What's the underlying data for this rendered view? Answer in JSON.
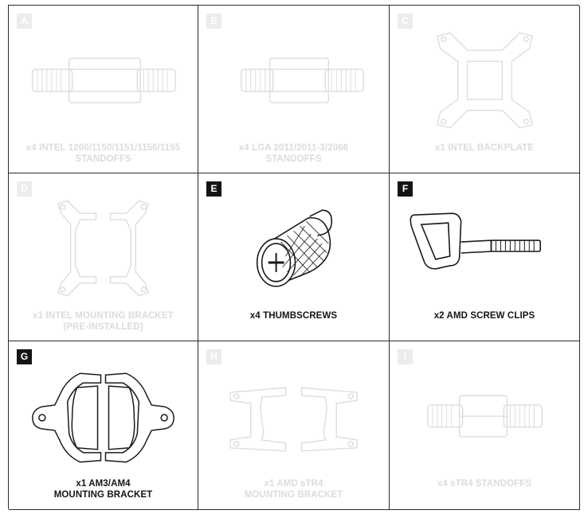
{
  "cells": [
    {
      "letter": "A",
      "caption": "x4 INTEL 1200/1150/1151/1156/1155\nSTANDOFFS",
      "icon": "intel-standoff-icon",
      "active": false
    },
    {
      "letter": "B",
      "caption": "x4 LGA 2011/2011-3/2066\nSTANDOFFS",
      "icon": "lga-standoff-icon",
      "active": false
    },
    {
      "letter": "C",
      "caption": "x1 INTEL BACKPLATE",
      "icon": "intel-backplate-icon",
      "active": false
    },
    {
      "letter": "D",
      "caption": "x1 INTEL MOUNTING BRACKET\n(PRE-INSTALLED)",
      "icon": "intel-bracket-icon",
      "active": false
    },
    {
      "letter": "E",
      "caption": "x4 THUMBSCREWS",
      "icon": "thumbscrew-icon",
      "active": true
    },
    {
      "letter": "F",
      "caption": "x2 AMD SCREW CLIPS",
      "icon": "amd-screw-clip-icon",
      "active": true
    },
    {
      "letter": "G",
      "caption": "x1 AM3/AM4\nMOUNTING BRACKET",
      "icon": "am4-bracket-icon",
      "active": true
    },
    {
      "letter": "H",
      "caption": "x1 AMD sTR4\nMOUNTING BRACKET",
      "icon": "str4-bracket-icon",
      "active": false
    },
    {
      "letter": "I",
      "caption": "x4 sTR4 STANDOFFS",
      "icon": "str4-standoff-icon",
      "active": false
    }
  ],
  "colors": {
    "active": "#141414",
    "faded": "#dddddd",
    "border": "#2a2a2a"
  }
}
